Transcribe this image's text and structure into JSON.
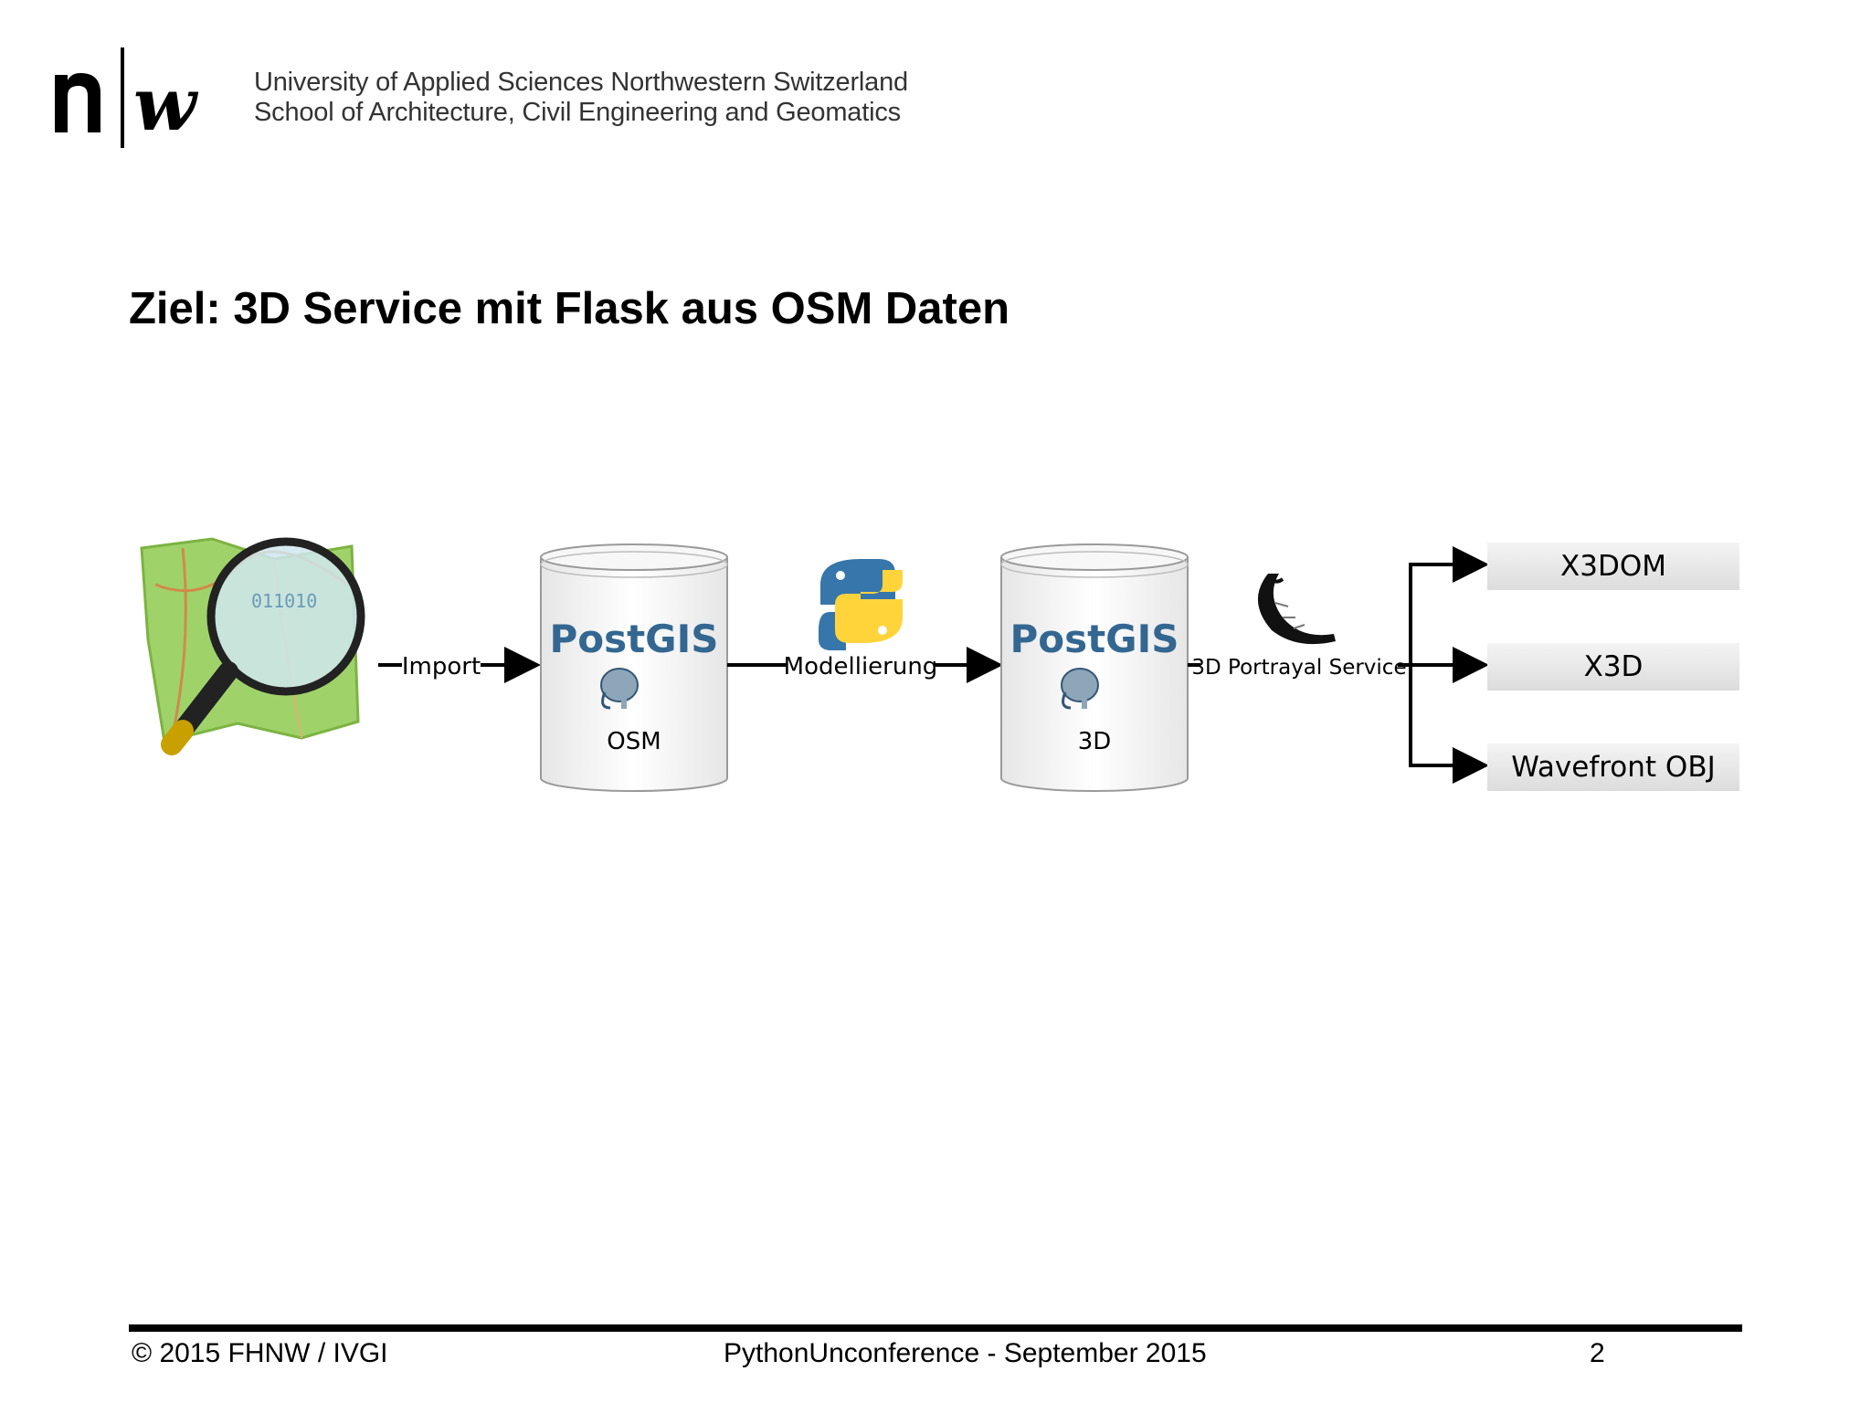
{
  "header": {
    "logo_text": "n|w",
    "university_line_1": "University of Applied Sciences Northwestern Switzerland",
    "university_line_2": "School of Architecture, Civil Engineering and Geomatics"
  },
  "slide": {
    "title": "Ziel: 3D Service mit Flask aus OSM Daten"
  },
  "diagram": {
    "source_icon": "openstreetmap-magnifier-icon",
    "edges": {
      "import": "Import",
      "modelling": "Modellierung",
      "portrayal": "3D Portrayal Service"
    },
    "databases": [
      {
        "logo_text": "PostGIS",
        "label": "OSM",
        "icon": "postgis-elephant-icon"
      },
      {
        "logo_text": "PostGIS",
        "label": "3D",
        "icon": "postgis-elephant-icon"
      }
    ],
    "python_icon": "python-logo-icon",
    "flask_icon": "flask-horn-icon",
    "outputs": [
      "X3DOM",
      "X3D",
      "Wavefront OBJ"
    ]
  },
  "footer": {
    "copyright": "© 2015 FHNW / IVGI",
    "event": "PythonUnconference - September 2015",
    "page_number": "2"
  },
  "colors": {
    "postgis_blue": "#336791",
    "python_blue": "#3776ab",
    "python_yellow": "#ffd43b",
    "map_green": "#9fd36a"
  }
}
